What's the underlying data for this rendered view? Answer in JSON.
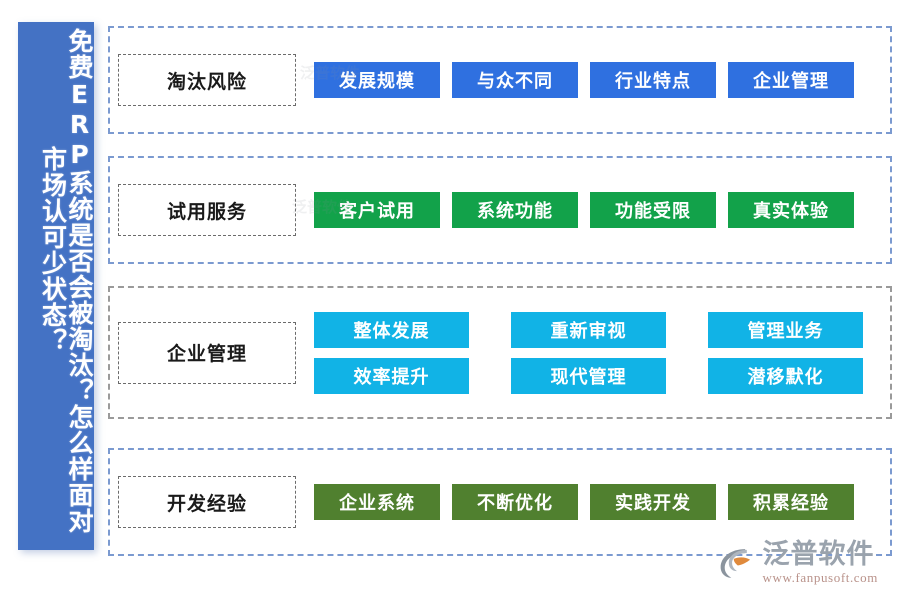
{
  "banner": {
    "background_color": "#4472c4",
    "line_main": "免费ERP系统是否会被淘汰？怎么样面对",
    "line_secondary": "市场认可少状态？"
  },
  "rows": [
    {
      "label": "淘汰风险",
      "border_color": "#7b9ad0",
      "chip_color": "#2f70e0",
      "chip_style": "chip-blue",
      "layout": "single",
      "chips": [
        "发展规模",
        "与众不同",
        "行业特点",
        "企业管理"
      ]
    },
    {
      "label": "试用服务",
      "border_color": "#7b9ad0",
      "chip_color": "#12a24a",
      "chip_style": "chip-green",
      "layout": "single",
      "chips": [
        "客户试用",
        "系统功能",
        "功能受限",
        "真实体验"
      ]
    },
    {
      "label": "企业管理",
      "border_color": "#9a9a9a",
      "chip_color": "#11b3e6",
      "chip_style": "chip-cyan",
      "layout": "grid",
      "chips": [
        "整体发展",
        "重新审视",
        "管理业务",
        "效率提升",
        "现代管理",
        "潜移默化"
      ]
    },
    {
      "label": "开发经验",
      "border_color": "#7b9ad0",
      "chip_color": "#50802f",
      "chip_style": "chip-olive",
      "layout": "single",
      "chips": [
        "企业系统",
        "不断优化",
        "实践开发",
        "积累经验"
      ]
    }
  ],
  "watermarks": [
    "泛普软件",
    "泛普软件"
  ],
  "logo": {
    "name": "泛普软件",
    "url": "www.fanpusoft.com",
    "mark_color": "#8b949e",
    "accent_color": "#e08a3c"
  }
}
